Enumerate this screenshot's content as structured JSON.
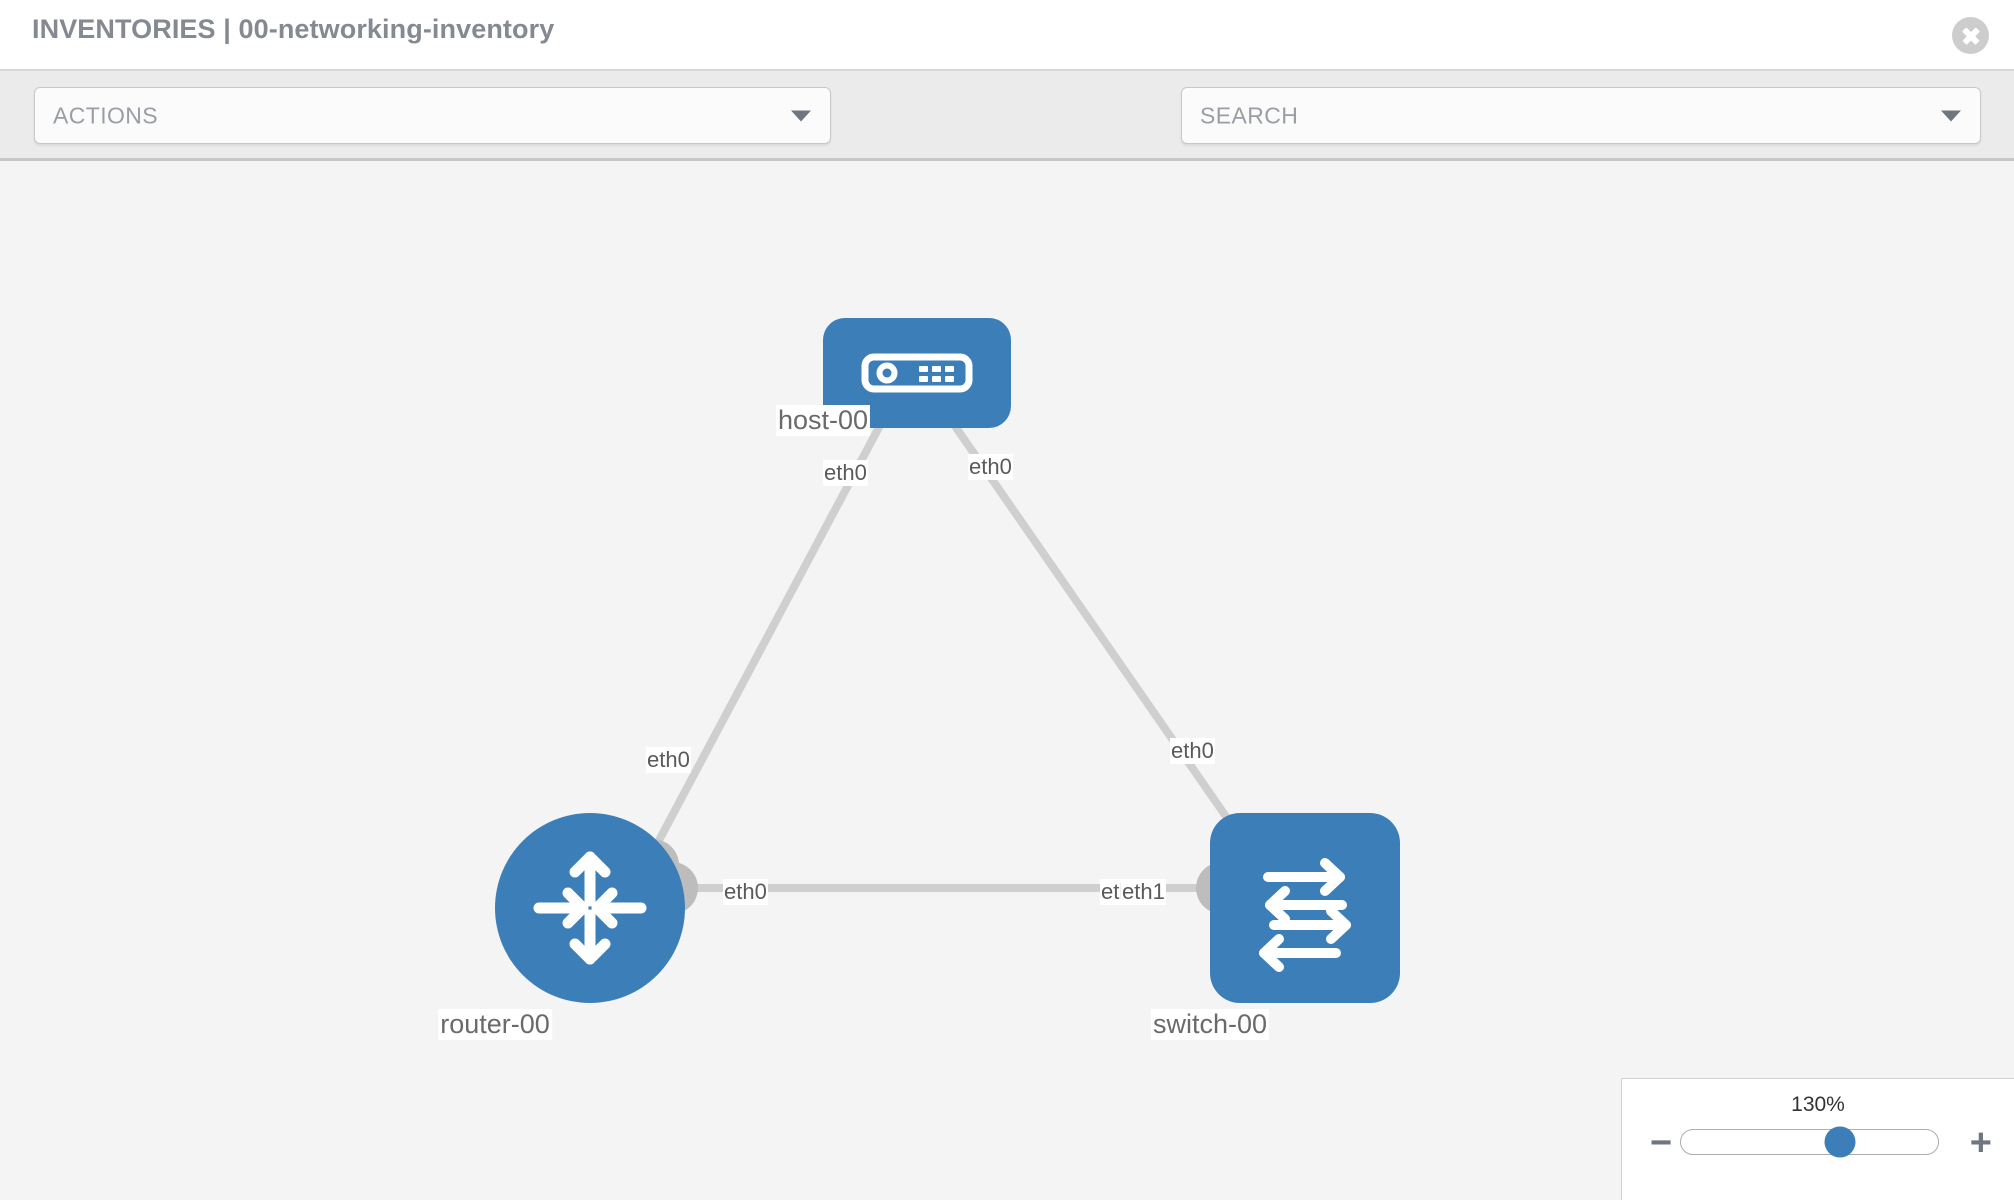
{
  "header": {
    "title": "INVENTORIES | 00-networking-inventory",
    "close_label": "close-icon"
  },
  "toolbar": {
    "actions_label": "ACTIONS",
    "search_placeholder": "SEARCH",
    "wrench_label": "wrench-icon",
    "key_label": "key-icon"
  },
  "topology": {
    "nodes": [
      {
        "id": "host-00",
        "label": "host-00",
        "type": "host",
        "color": "#3c7fb8"
      },
      {
        "id": "router-00",
        "label": "router-00",
        "type": "router",
        "color": "#3c7fb8"
      },
      {
        "id": "switch-00",
        "label": "switch-00",
        "type": "switch",
        "color": "#3c7fb8"
      }
    ],
    "links": [
      {
        "from": "host-00",
        "to": "router-00",
        "from_iface": "eth0",
        "to_iface": "eth0"
      },
      {
        "from": "host-00",
        "to": "switch-00",
        "from_iface": "eth0",
        "to_iface": "eth0"
      },
      {
        "from": "router-00",
        "to": "switch-00",
        "from_iface": "eth0",
        "to_iface": "eth1"
      }
    ],
    "interface_labels": {
      "host_left": "eth0",
      "host_right": "eth0",
      "router_upper": "eth0",
      "switch_upper": "eth0",
      "router_right": "eth0",
      "switch_left_overlap": "eth",
      "switch_left": "eth1"
    },
    "link_color": "#cfcfcf",
    "connector_color": "#bdbdbd"
  },
  "zoom": {
    "value": "130%",
    "minus_label": "−",
    "plus_label": "+",
    "thumb_position_pct": 62
  }
}
